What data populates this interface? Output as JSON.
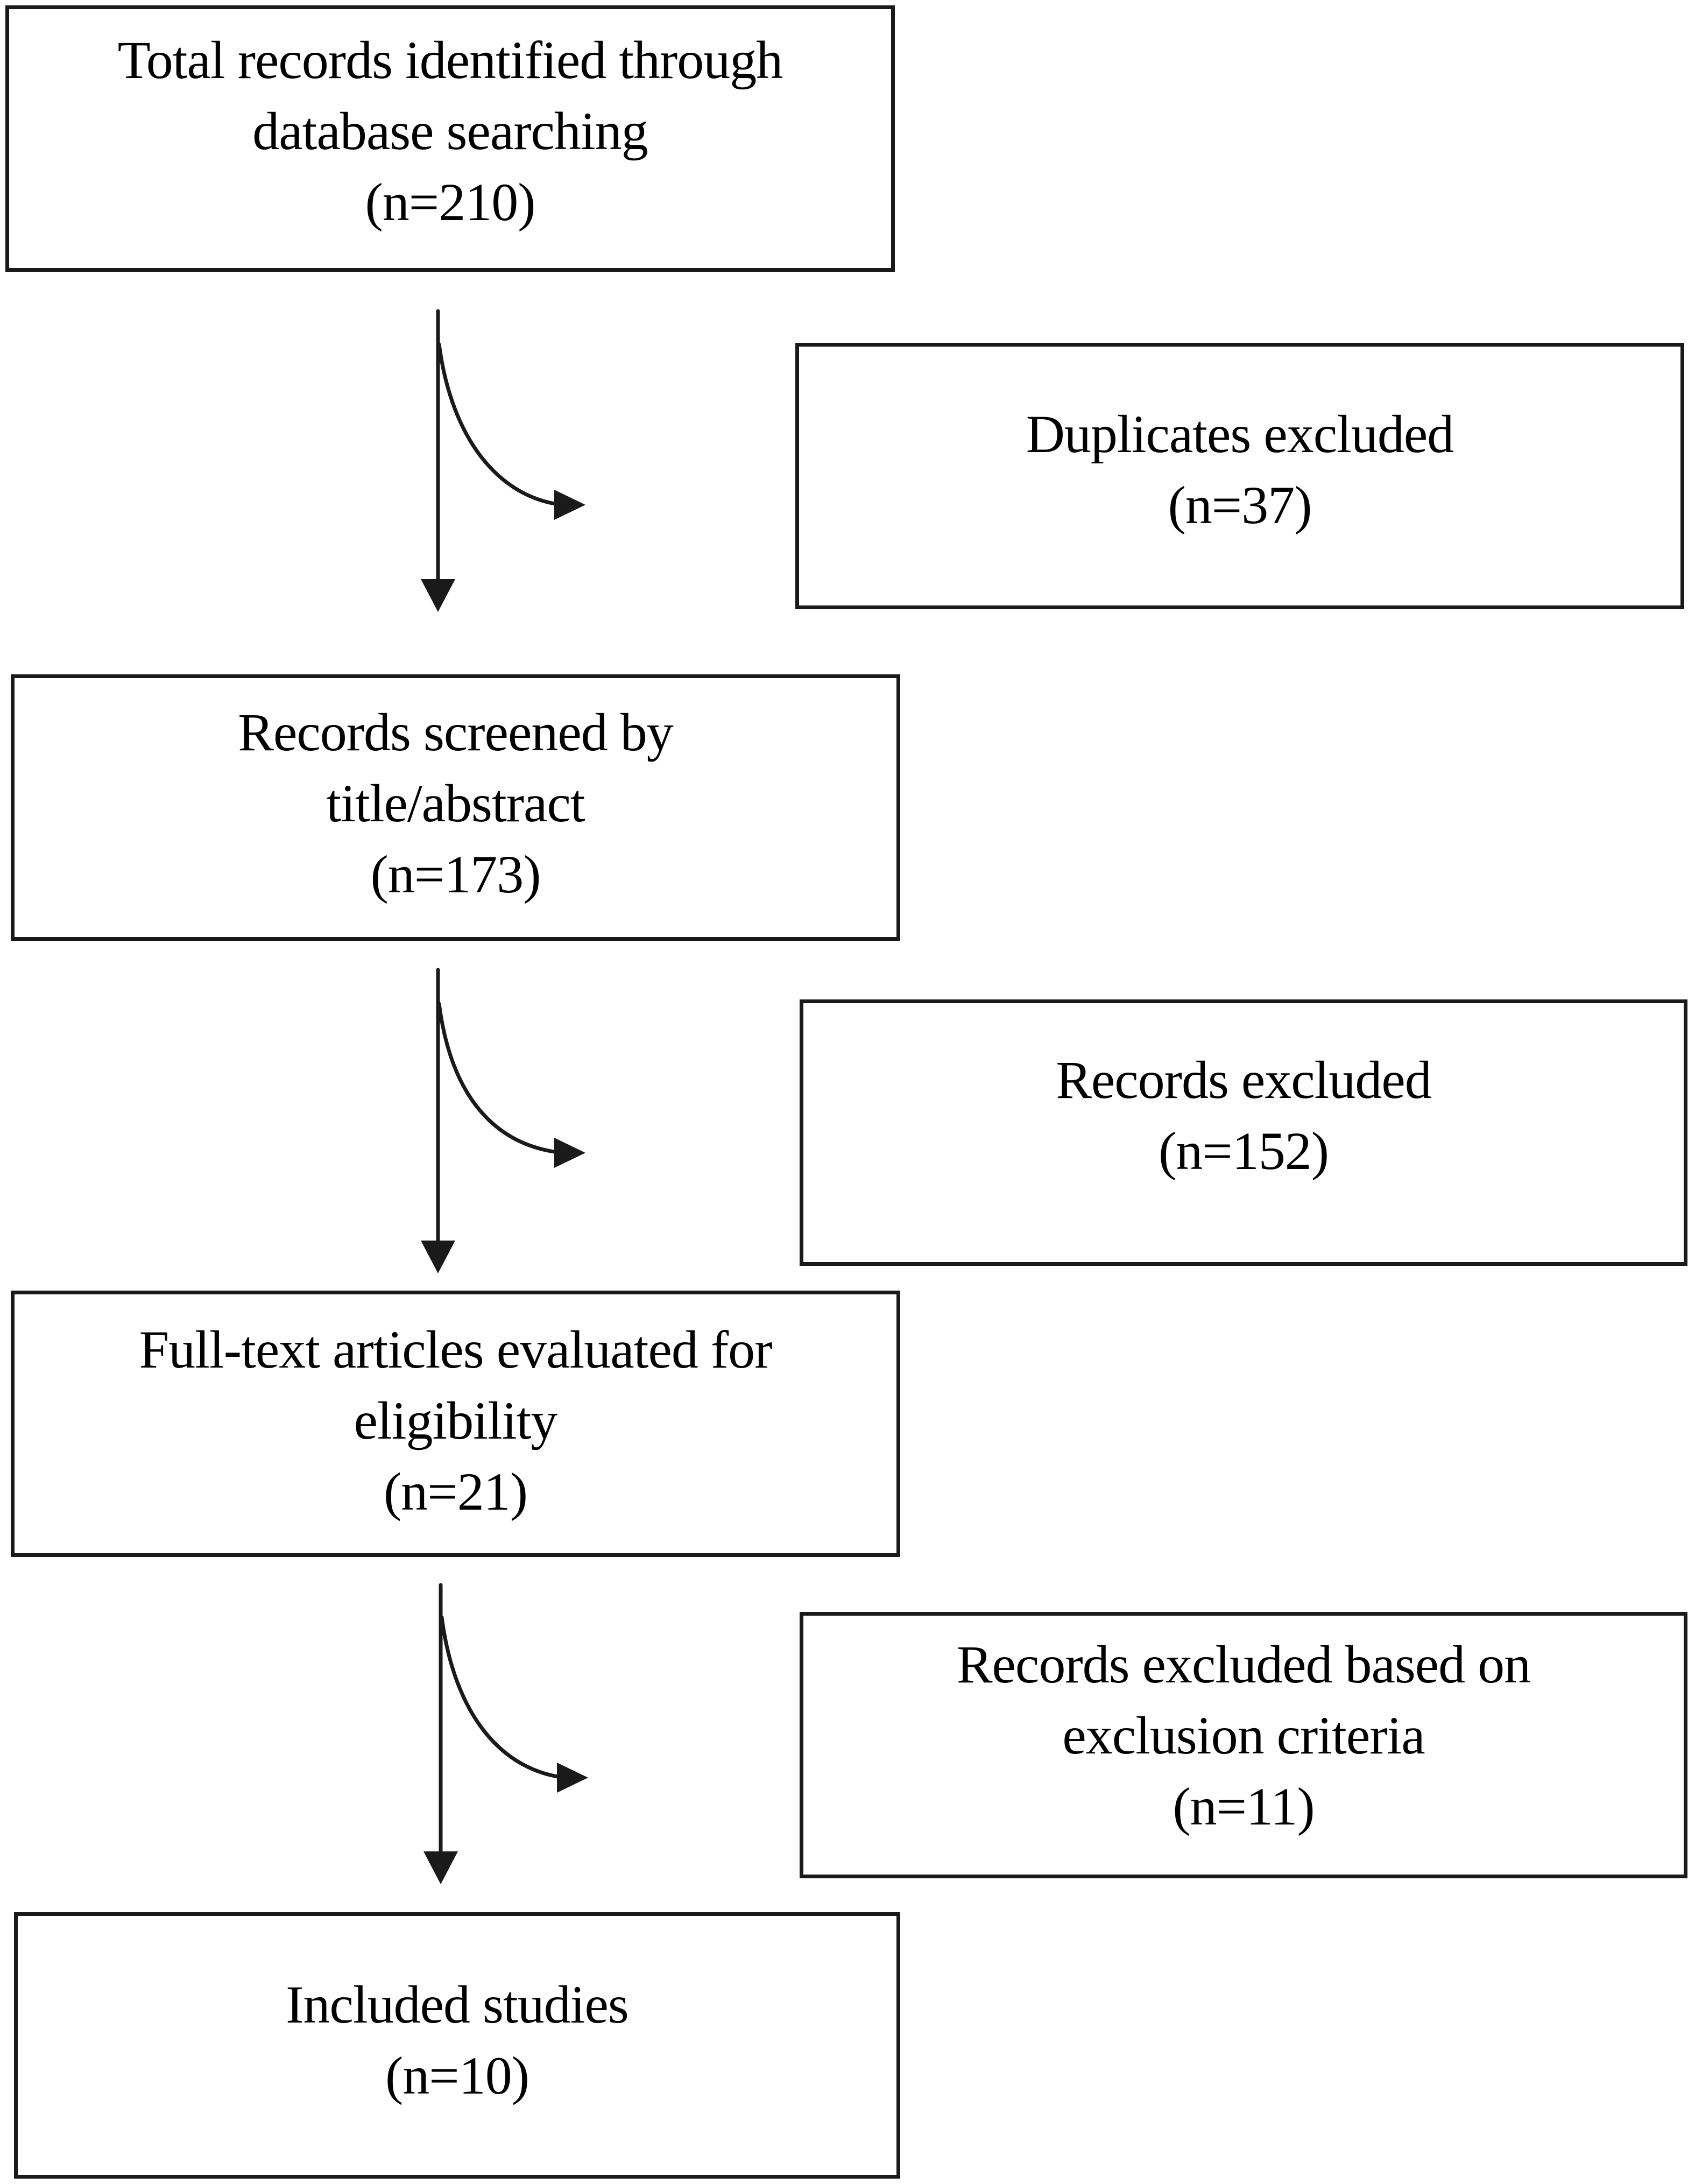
{
  "flowchart": {
    "steps": [
      {
        "line1": "Total records identified through",
        "line2": "database searching",
        "count": "(n=210)"
      },
      {
        "line1": "Records screened by",
        "line2": "title/abstract",
        "count": "(n=173)"
      },
      {
        "line1": "Full-text articles evaluated for",
        "line2": "eligibility",
        "count": "(n=21)"
      },
      {
        "line1": "Included studies",
        "count": "(n=10)"
      }
    ],
    "exclusions": [
      {
        "line1": "Duplicates excluded",
        "count": "(n=37)"
      },
      {
        "line1": "Records excluded",
        "count": "(n=152)"
      },
      {
        "line1": "Records excluded based on",
        "line2": "exclusion criteria",
        "count": "(n=11)"
      }
    ]
  },
  "colors": {
    "line": "#1a1a1a",
    "background": "#ffffff"
  }
}
